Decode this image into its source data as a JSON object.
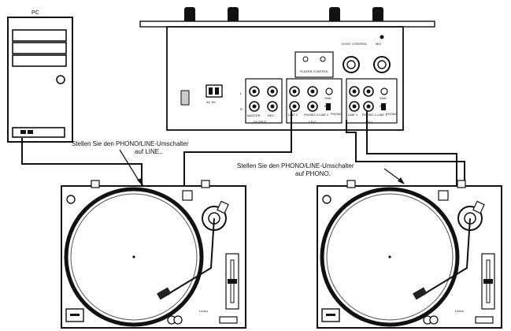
{
  "pc": {
    "label": "PC"
  },
  "mixer": {
    "ac_in": "AC IN~",
    "light_control": "LIGHT CONTROL",
    "mic": "MIC",
    "player_control": "PLAYER CONTROL",
    "output": "OUTPUT",
    "master": "MASTER",
    "rec": "REC",
    "ch2": "CH-2",
    "ch1": "CH-1",
    "line2": "LINE 2",
    "phono2_line2": "PHONO 2 LINE 2",
    "line1": "LINE 1",
    "phono1_line1": "PHONO 1 LINE 1",
    "gnd": "GND",
    "phono": "PHONO",
    "in": "IN",
    "channel_l": "L",
    "channel_r": "R"
  },
  "notes": {
    "left_line1": "Stellen Sie den PHONO/LINE-Umschalter",
    "left_line2": "auf LINE..",
    "right_line1": "Stellen Sie den PHONO/LINE-Umschalter",
    "right_line2": "auf PHONO."
  },
  "turntable": {
    "brand": "Lenco"
  }
}
